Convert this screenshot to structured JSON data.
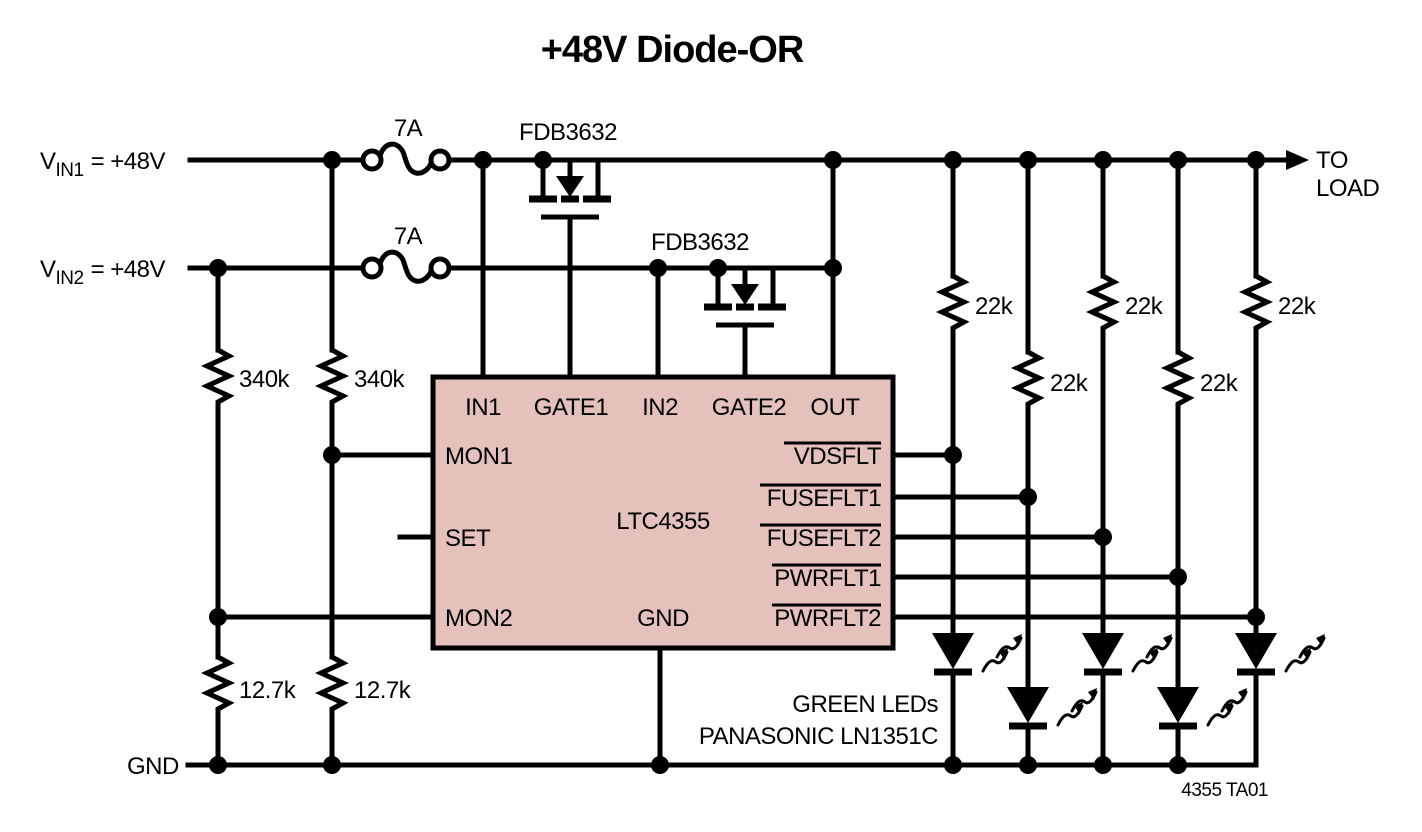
{
  "title": "+48V Diode-OR",
  "figure_id": "4355 TA01",
  "colors": {
    "wire": "#000000",
    "background": "#ffffff",
    "ic_fill": "#e4c1ba"
  },
  "power_inputs": [
    {
      "name": "V",
      "subscript": "IN1",
      "value": "= +48V"
    },
    {
      "name": "V",
      "subscript": "IN2",
      "value": "= +48V"
    }
  ],
  "fuses": [
    {
      "rating": "7A"
    },
    {
      "rating": "7A"
    }
  ],
  "mosfets": [
    {
      "part": "FDB3632"
    },
    {
      "part": "FDB3632"
    }
  ],
  "ic": {
    "part": "LTC4355",
    "fill_color": "#e4c1ba",
    "top_pins": [
      "IN1",
      "GATE1",
      "IN2",
      "GATE2",
      "OUT"
    ],
    "left_pins": [
      "MON1",
      "SET",
      "MON2"
    ],
    "right_pins": [
      "VDSFLT",
      "FUSEFLT1",
      "FUSEFLT2",
      "PWRFLT1",
      "PWRFLT2"
    ],
    "bottom_pin": "GND"
  },
  "resistors": {
    "divider_top": [
      "340k",
      "340k"
    ],
    "divider_bottom": [
      "12.7k",
      "12.7k"
    ],
    "led_pullups": [
      "22k",
      "22k",
      "22k",
      "22k",
      "22k"
    ]
  },
  "led_note": {
    "line1": "GREEN LEDs",
    "line2": "PANASONIC LN1351C"
  },
  "output": {
    "line1": "TO",
    "line2": "LOAD"
  },
  "ground_label": "GND"
}
